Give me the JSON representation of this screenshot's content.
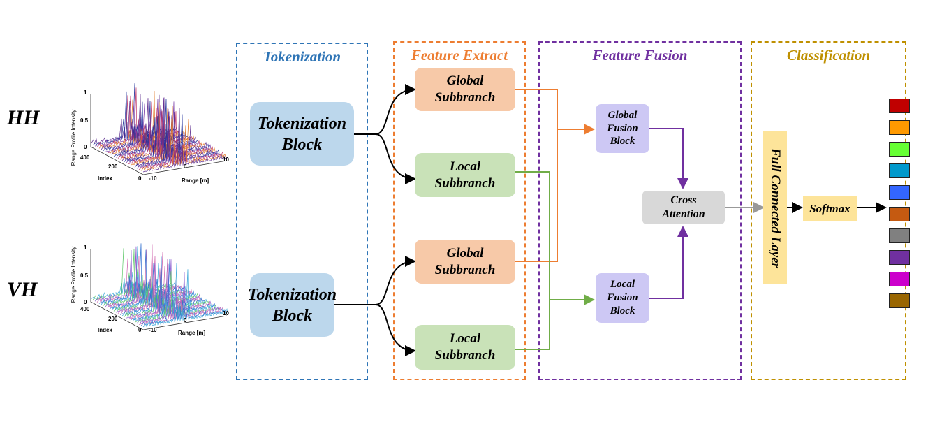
{
  "polarizations": [
    "HH",
    "VH"
  ],
  "range_plots": [
    {
      "z_axis_label": "Range Profile Intensity",
      "z_ticks": [
        "1",
        "0.5",
        "0"
      ],
      "index_ticks": [
        "400",
        "200",
        "0"
      ],
      "range_ticks": [
        "-10",
        "0",
        "10"
      ],
      "index_label": "Index",
      "range_label": "Range [m]",
      "colors": [
        "#5b2a8c",
        "#1f2f9a",
        "#7a3fa8",
        "#c03a6b",
        "#e07b2a"
      ]
    },
    {
      "z_axis_label": "Range Profile Intensity",
      "z_ticks": [
        "1",
        "0.5",
        "0"
      ],
      "index_ticks": [
        "400",
        "200",
        "0"
      ],
      "range_ticks": [
        "-10",
        "0",
        "10"
      ],
      "index_label": "Index",
      "range_label": "Range [m]",
      "colors": [
        "#3aa8d8",
        "#5fc86a",
        "#8a5cd0",
        "#d06ab0",
        "#2f6fd0"
      ]
    }
  ],
  "sections": {
    "tokenization": {
      "title": "Tokenization",
      "color": "#2f75b6"
    },
    "feature_extract": {
      "title": "Feature Extract",
      "color": "#ed7d31"
    },
    "feature_fusion": {
      "title": "Feature Fusion",
      "color": "#7030a0"
    },
    "classification": {
      "title": "Classification",
      "color": "#bf9000"
    }
  },
  "blocks": {
    "tokenization_block": [
      "Tokenization",
      "Block"
    ],
    "global_subbranch": [
      "Global",
      "Subbranch"
    ],
    "local_subbranch": [
      "Local",
      "Subbranch"
    ],
    "global_fusion": [
      "Global",
      "Fusion",
      "Block"
    ],
    "local_fusion": [
      "Local",
      "Fusion",
      "Block"
    ],
    "cross_attention": [
      "Cross",
      "Attention"
    ],
    "full_connected_layer": "Full Connected Layer",
    "softmax": "Softmax"
  },
  "class_colors": [
    "#c00000",
    "#ff9900",
    "#66ff33",
    "#0099cc",
    "#3366ff",
    "#c55a11",
    "#808080",
    "#7030a0",
    "#cc00cc",
    "#996600"
  ],
  "connector_colors": {
    "global": "#ed7d31",
    "local": "#70ad47",
    "fusion": "#7030a0",
    "output": "#999999",
    "fc": "#000000"
  }
}
